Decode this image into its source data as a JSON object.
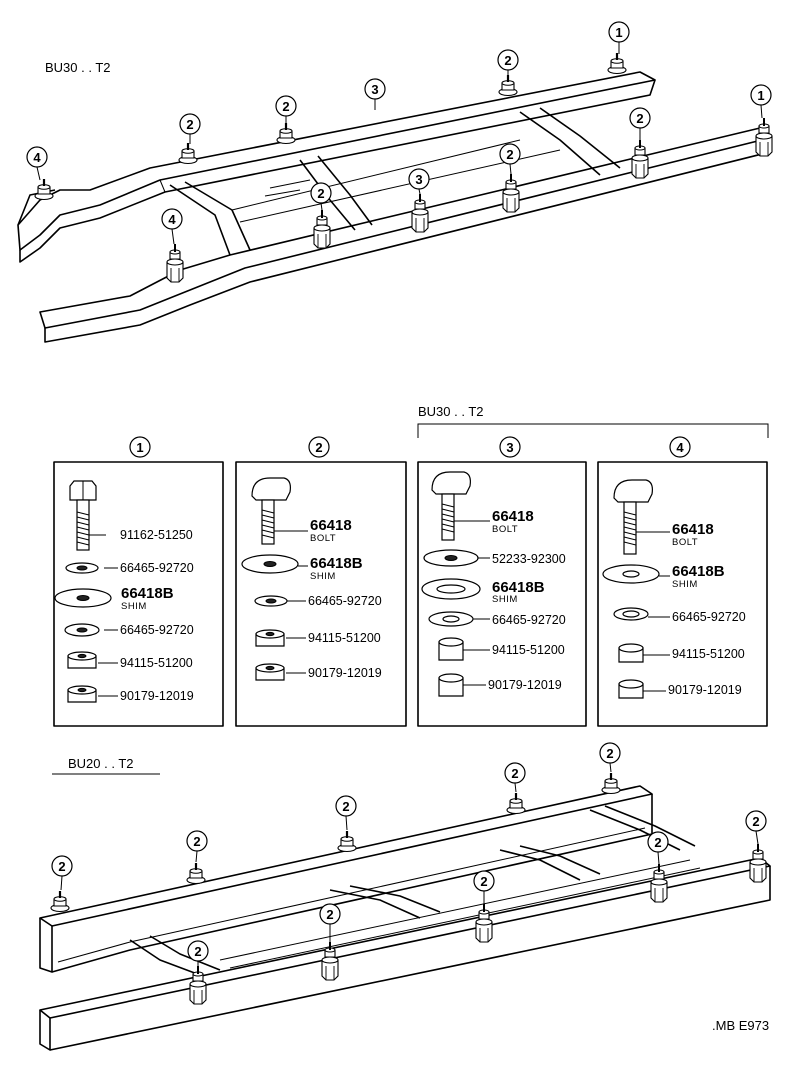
{
  "top_label": "BU30 . . T2",
  "bottom_label": "BU20 . . T2",
  "group_label": "BU30 . . T2",
  "footer_code": ".MB E973",
  "callouts": {
    "c1": "1",
    "c2": "2",
    "c3": "3",
    "c4": "4"
  },
  "columns": [
    {
      "number": "1",
      "parts": [
        {
          "pn": "91162-51250",
          "sub": ""
        },
        {
          "pn": "66465-92720",
          "sub": ""
        },
        {
          "pn": "66418B",
          "sub": "SHIM"
        },
        {
          "pn": "66465-92720",
          "sub": ""
        },
        {
          "pn": "94115-51200",
          "sub": ""
        },
        {
          "pn": "90179-12019",
          "sub": ""
        }
      ]
    },
    {
      "number": "2",
      "parts": [
        {
          "pn": "66418",
          "sub": "BOLT"
        },
        {
          "pn": "66418B",
          "sub": "SHIM"
        },
        {
          "pn": "66465-92720",
          "sub": ""
        },
        {
          "pn": "94115-51200",
          "sub": ""
        },
        {
          "pn": "90179-12019",
          "sub": ""
        }
      ]
    },
    {
      "number": "3",
      "parts": [
        {
          "pn": "66418",
          "sub": "BOLT"
        },
        {
          "pn": "52233-92300",
          "sub": ""
        },
        {
          "pn": "66418B",
          "sub": "SHIM"
        },
        {
          "pn": "66465-92720",
          "sub": ""
        },
        {
          "pn": "94115-51200",
          "sub": ""
        },
        {
          "pn": "90179-12019",
          "sub": ""
        }
      ]
    },
    {
      "number": "4",
      "parts": [
        {
          "pn": "66418",
          "sub": "BOLT"
        },
        {
          "pn": "66418B",
          "sub": "SHIM"
        },
        {
          "pn": "66465-92720",
          "sub": ""
        },
        {
          "pn": "94115-51200",
          "sub": ""
        },
        {
          "pn": "90179-12019",
          "sub": ""
        }
      ]
    }
  ]
}
